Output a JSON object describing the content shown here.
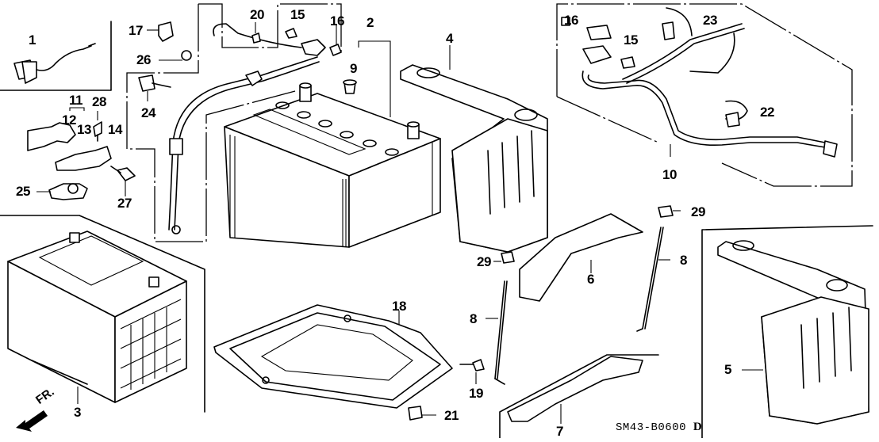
{
  "diagram": {
    "title": "Battery parts exploded view",
    "reference_code": "SM43-B0600",
    "revision": "D",
    "direction_indicator": "FR.",
    "callouts": [
      {
        "id": "1",
        "label": "1"
      },
      {
        "id": "2",
        "label": "2"
      },
      {
        "id": "3",
        "label": "3"
      },
      {
        "id": "4",
        "label": "4"
      },
      {
        "id": "5",
        "label": "5"
      },
      {
        "id": "6",
        "label": "6"
      },
      {
        "id": "7",
        "label": "7"
      },
      {
        "id": "8a",
        "label": "8"
      },
      {
        "id": "8b",
        "label": "8"
      },
      {
        "id": "9",
        "label": "9"
      },
      {
        "id": "10",
        "label": "10"
      },
      {
        "id": "11",
        "label": "11"
      },
      {
        "id": "12",
        "label": "12"
      },
      {
        "id": "13",
        "label": "13"
      },
      {
        "id": "14",
        "label": "14"
      },
      {
        "id": "15a",
        "label": "15"
      },
      {
        "id": "15b",
        "label": "15"
      },
      {
        "id": "16a",
        "label": "16"
      },
      {
        "id": "16b",
        "label": "16"
      },
      {
        "id": "17",
        "label": "17"
      },
      {
        "id": "18",
        "label": "18"
      },
      {
        "id": "19",
        "label": "19"
      },
      {
        "id": "20",
        "label": "20"
      },
      {
        "id": "21",
        "label": "21"
      },
      {
        "id": "22",
        "label": "22"
      },
      {
        "id": "23",
        "label": "23"
      },
      {
        "id": "24",
        "label": "24"
      },
      {
        "id": "25",
        "label": "25"
      },
      {
        "id": "26",
        "label": "26"
      },
      {
        "id": "27",
        "label": "27"
      },
      {
        "id": "28",
        "label": "28"
      },
      {
        "id": "29a",
        "label": "29"
      },
      {
        "id": "29b",
        "label": "29"
      }
    ]
  }
}
